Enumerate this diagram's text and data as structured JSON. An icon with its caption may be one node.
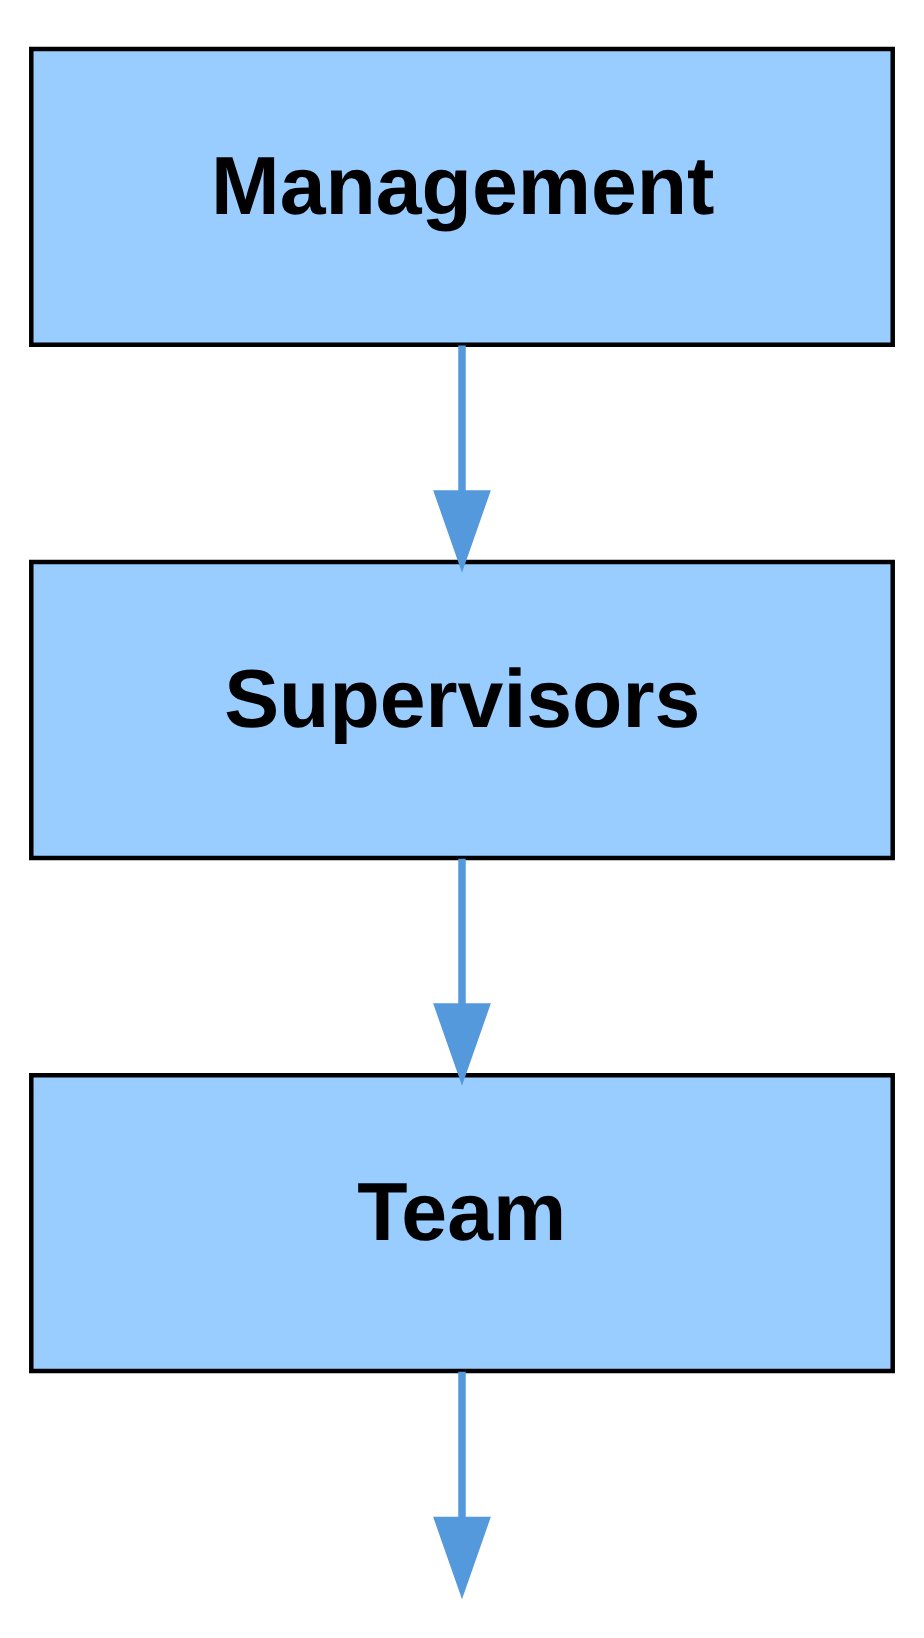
{
  "diagram": {
    "nodes": [
      {
        "text": [
          "Management"
        ]
      },
      {
        "text": [
          "Supervisors"
        ]
      },
      {
        "text": [
          "Team"
        ]
      }
    ],
    "edges": [
      {
        "from": 0,
        "to": 1,
        "arrow": "to"
      },
      {
        "from": 1,
        "to": 2,
        "arrow": "to"
      },
      {
        "from": 2,
        "to": null,
        "arrow": "to"
      }
    ]
  }
}
